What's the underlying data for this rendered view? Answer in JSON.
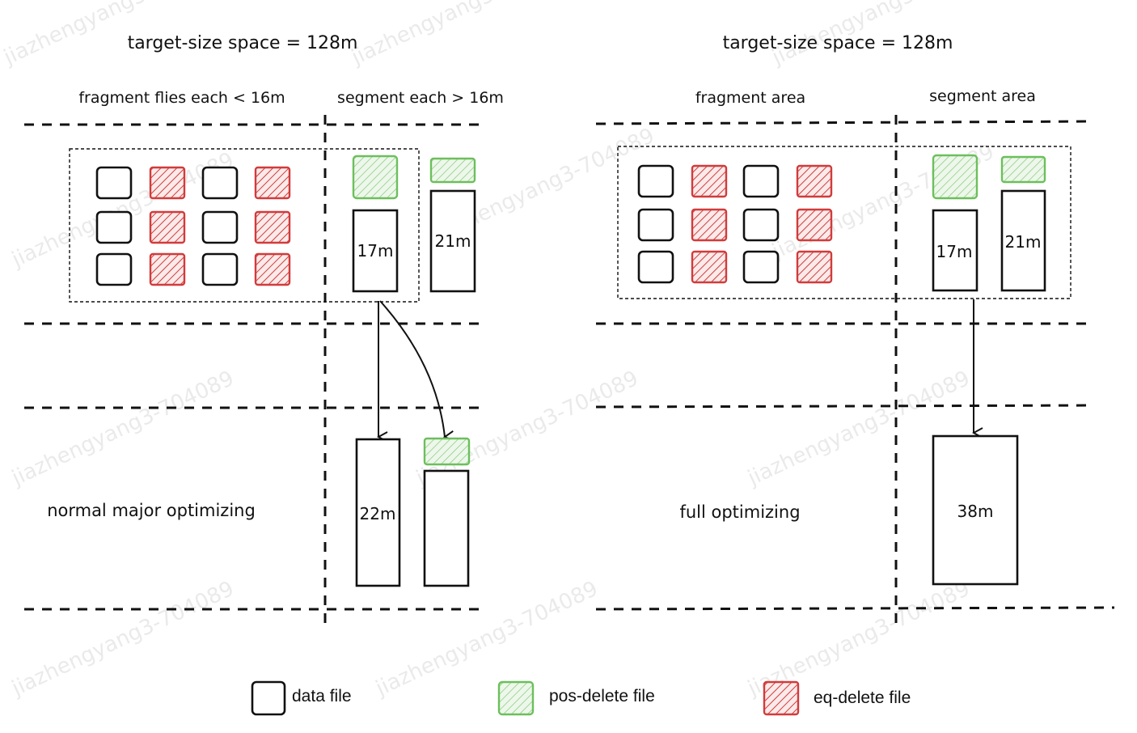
{
  "colors": {
    "data_file_stroke": "#111111",
    "pos_delete_stroke": "#6cbf5c",
    "eq_delete_stroke": "#d23b3b"
  },
  "left_panel": {
    "title": "target-size space = 128m",
    "fragment_header": "fragment flies each < 16m",
    "segment_header": "segment each > 16m",
    "source_sizes": [
      "17m",
      "21m"
    ],
    "result_size": "22m",
    "caption": "normal major optimizing"
  },
  "right_panel": {
    "title": "target-size space = 128m",
    "fragment_header": "fragment area",
    "segment_header": "segment area",
    "source_sizes": [
      "17m",
      "21m"
    ],
    "result_size": "38m",
    "caption": "full optimizing"
  },
  "legend": [
    {
      "label": "data file",
      "icon": "data-file-icon"
    },
    {
      "label": "pos-delete file",
      "icon": "pos-delete-file-icon"
    },
    {
      "label": "eq-delete file",
      "icon": "eq-delete-file-icon"
    }
  ],
  "watermark": "jiazhengyang3-704089"
}
